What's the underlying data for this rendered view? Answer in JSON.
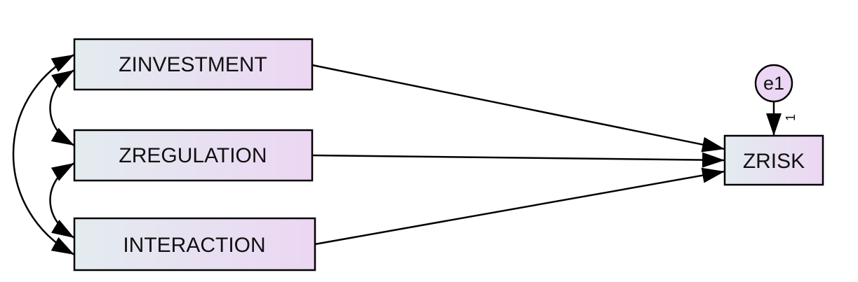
{
  "diagram": {
    "type": "path-diagram",
    "colors": {
      "box_fill_left": "#e3ecef",
      "box_fill_right": "#ecd6f3",
      "error_fill": "#ecd6f3",
      "stroke": "#000000"
    },
    "nodes": {
      "zinvestment": {
        "label": "ZINVESTMENT",
        "shape": "rectangle",
        "role": "exogenous"
      },
      "zregulation": {
        "label": "ZREGULATION",
        "shape": "rectangle",
        "role": "exogenous"
      },
      "interaction": {
        "label": "INTERACTION",
        "shape": "rectangle",
        "role": "exogenous"
      },
      "zrisk": {
        "label": "ZRISK",
        "shape": "rectangle",
        "role": "endogenous"
      },
      "e1": {
        "label": "e1",
        "shape": "circle",
        "role": "error"
      }
    },
    "paths": [
      {
        "from": "zinvestment",
        "to": "zrisk",
        "kind": "regression",
        "label": ""
      },
      {
        "from": "zregulation",
        "to": "zrisk",
        "kind": "regression",
        "label": ""
      },
      {
        "from": "interaction",
        "to": "zrisk",
        "kind": "regression",
        "label": ""
      },
      {
        "from": "e1",
        "to": "zrisk",
        "kind": "error",
        "label": "1"
      }
    ],
    "covariances": [
      {
        "between": [
          "zinvestment",
          "zregulation"
        ]
      },
      {
        "between": [
          "zregulation",
          "interaction"
        ]
      },
      {
        "between": [
          "zinvestment",
          "interaction"
        ]
      }
    ]
  }
}
